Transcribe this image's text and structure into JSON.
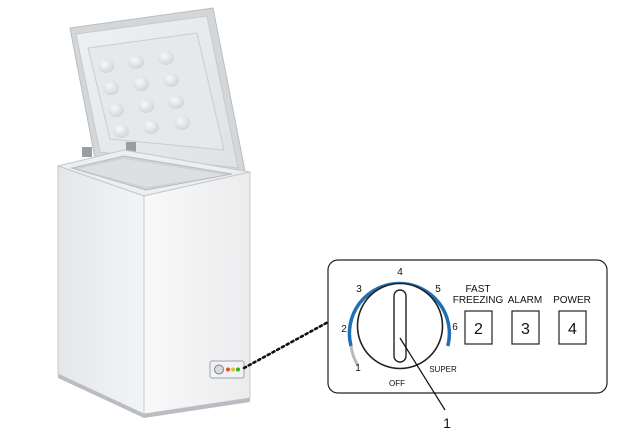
{
  "dial": {
    "numbers": [
      "1",
      "2",
      "3",
      "4",
      "5",
      "6"
    ],
    "off_label": "OFF",
    "super_label": "SUPER"
  },
  "indicators": [
    {
      "title_lines": [
        "FAST",
        "FREEZING"
      ],
      "number": "2"
    },
    {
      "title_lines": [
        "ALARM"
      ],
      "number": "3"
    },
    {
      "title_lines": [
        "POWER"
      ],
      "number": "4"
    }
  ],
  "callout": {
    "number": "1"
  },
  "colors": {
    "dial_arc": "#1f6fb5",
    "led_green": "#2fae3c",
    "led_yellow": "#e8c21a",
    "led_red": "#e0502a"
  }
}
